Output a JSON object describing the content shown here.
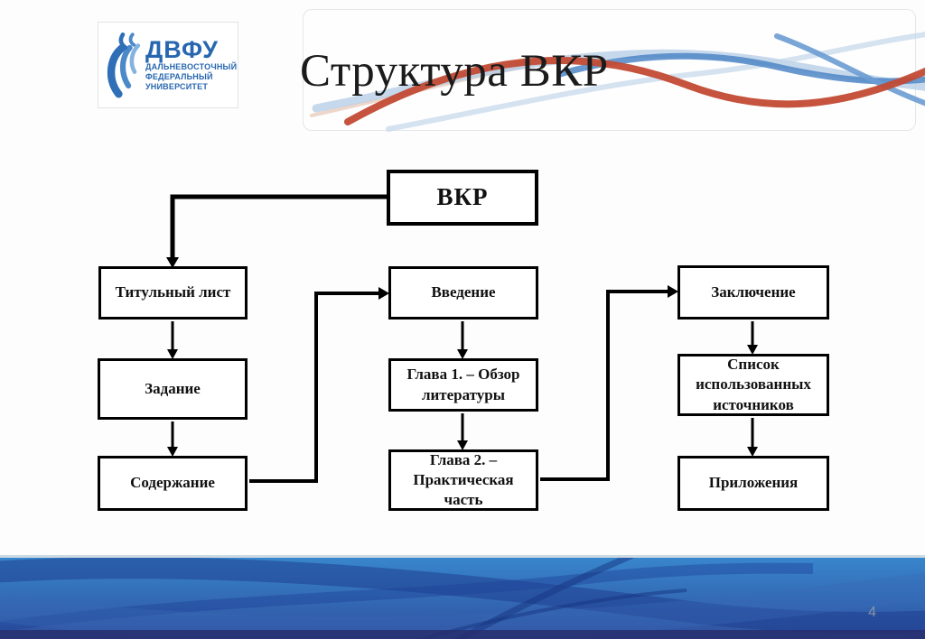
{
  "slide": {
    "title": "Структура ВКР",
    "page_number": "4"
  },
  "logo": {
    "acronym": "ДВФУ",
    "line1": "ДАЛЬНЕВОСТОЧНЫЙ",
    "line2": "ФЕДЕРАЛЬНЫЙ",
    "line3": "УНИВЕРСИТЕТ"
  },
  "flowchart": {
    "nodes": {
      "vkr": {
        "label": "ВКР"
      },
      "titulny": {
        "label": "Титульный лист"
      },
      "zadanie": {
        "label": "Задание"
      },
      "soderzhanie": {
        "label": "Содержание"
      },
      "vvedenie": {
        "label": "Введение"
      },
      "glava1": {
        "label": "Глава 1. – Обзор литературы"
      },
      "glava2": {
        "label": "Глава 2. – Практическая часть"
      },
      "zaklyuchenie": {
        "label": "Заключение"
      },
      "spisok": {
        "label": "Список использованных источников"
      },
      "prilozheniya": {
        "label": "Приложения"
      }
    },
    "edges": [
      {
        "from": "vkr",
        "to": "titulny"
      },
      {
        "from": "titulny",
        "to": "zadanie"
      },
      {
        "from": "zadanie",
        "to": "soderzhanie"
      },
      {
        "from": "soderzhanie",
        "to": "vvedenie"
      },
      {
        "from": "vvedenie",
        "to": "glava1"
      },
      {
        "from": "glava1",
        "to": "glava2"
      },
      {
        "from": "glava2",
        "to": "zaklyuchenie"
      },
      {
        "from": "zaklyuchenie",
        "to": "spisok"
      },
      {
        "from": "spisok",
        "to": "prilozheniya"
      }
    ]
  },
  "colors": {
    "box_border": "#000000",
    "edge_stroke": "#000000",
    "logo_blue": "#2767b0",
    "wave_red": "#c24a34",
    "wave_light_blue": "#b3cbe6",
    "wave_mid_blue": "#4e86c6",
    "footer_top_blue": "#3886cd",
    "footer_bottom_blue": "#2f4f9e",
    "footer_dark_ribbon": "#1c3a8c",
    "page_number_gray": "#8494ab"
  }
}
